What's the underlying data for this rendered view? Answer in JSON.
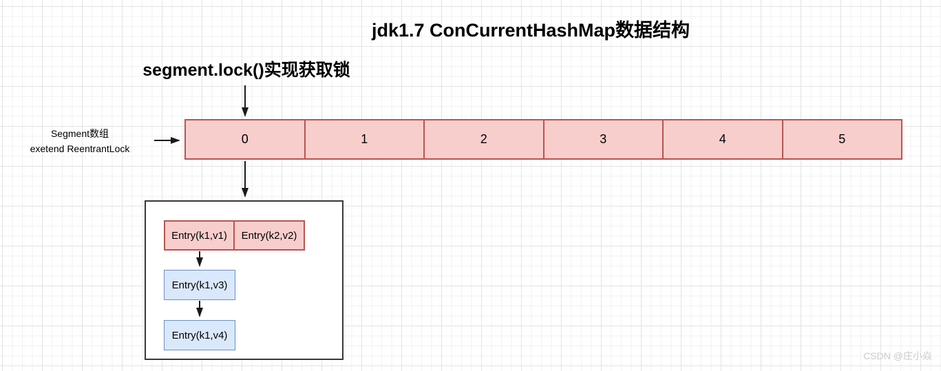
{
  "diagram": {
    "title": "jdk1.7 ConCurrentHashMap数据结构",
    "lock_label": "segment.lock()实现获取锁",
    "segment_label": {
      "line1": "Segment数组",
      "line2": "exetend ReentrantLock"
    },
    "segment_array": {
      "cells": [
        "0",
        "1",
        "2",
        "3",
        "4",
        "5"
      ],
      "fill_color": "#f8cecc",
      "stroke_color": "#b85450"
    },
    "bucket_box": {
      "pink_entries": [
        "Entry(k1,v1)",
        "Entry(k2,v2)"
      ],
      "blue_entries": [
        "Entry(k1,v3)",
        "Entry(k1,v4)"
      ],
      "pink_fill": "#f8cecc",
      "pink_stroke": "#b85450",
      "blue_fill": "#dae8fc",
      "blue_stroke": "#6c8ebf"
    },
    "arrow_color": "#1a1a1a",
    "watermark": "CSDN @庄小焱"
  }
}
